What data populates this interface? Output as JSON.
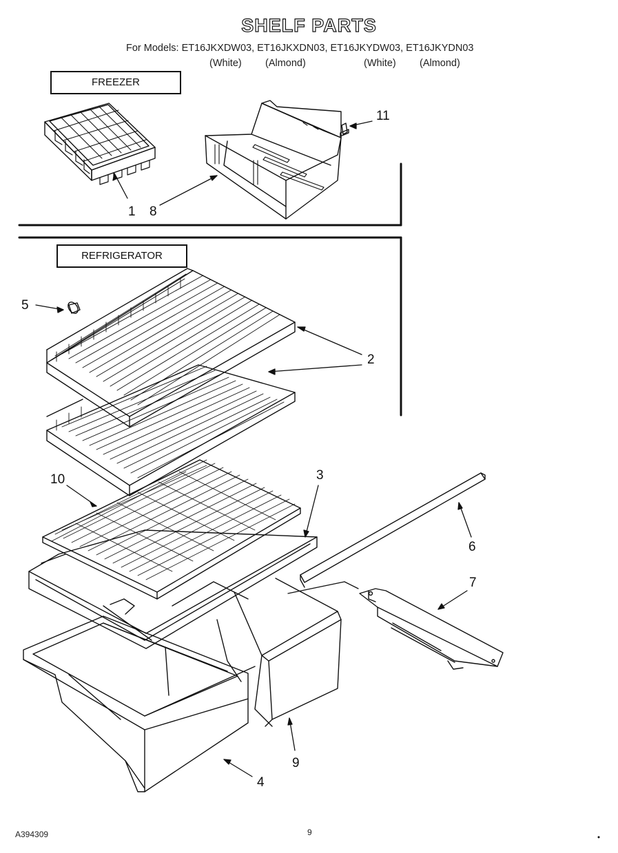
{
  "page": {
    "title": "SHELF PARTS",
    "models_line": "For Models: ET16JKXDW03, ET16JKXDN03, ET16JKYDW03, ET16JKYDN03",
    "finishes": [
      "(White)",
      "(Almond)",
      "(White)",
      "(Almond)"
    ],
    "doc_number": "A394309",
    "page_number": "9"
  },
  "sections": {
    "freezer": "FREEZER",
    "refrigerator": "REFRIGERATOR"
  },
  "callouts": {
    "c1": "1",
    "c2": "2",
    "c3": "3",
    "c4": "4",
    "c5": "5",
    "c6": "6",
    "c7": "7",
    "c8": "8",
    "c9": "9",
    "c10": "10",
    "c11": "11"
  }
}
